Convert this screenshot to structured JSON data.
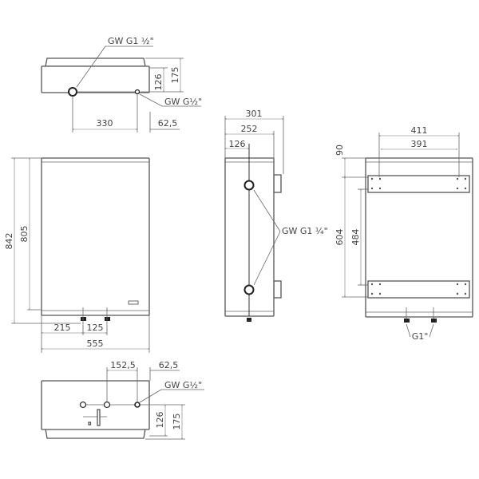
{
  "top_view": {
    "label_inlet_large": "GW G1 ½\"",
    "label_inlet_small": "GW G½\"",
    "dim_height_126": "126",
    "dim_height_175": "175",
    "dim_width_330": "330",
    "dim_offset_62_5": "62,5"
  },
  "front_view": {
    "dim_total_height": "842",
    "dim_body_height": "805",
    "dim_left_215": "215",
    "dim_spacing_125": "125",
    "dim_width_555": "555"
  },
  "side_view": {
    "dim_depth_301": "301",
    "dim_depth_252": "252",
    "dim_depth_126": "126",
    "label_connections": "GW G1 ¼\""
  },
  "back_view": {
    "dim_411": "411",
    "dim_391": "391",
    "dim_90": "90",
    "dim_604": "604",
    "dim_484": "484",
    "label_connections": "G1\""
  },
  "bottom_view": {
    "dim_152_5": "152,5",
    "dim_62_5": "62,5",
    "label_inlet_small": "GW G½\"",
    "dim_126": "126",
    "dim_175": "175"
  }
}
